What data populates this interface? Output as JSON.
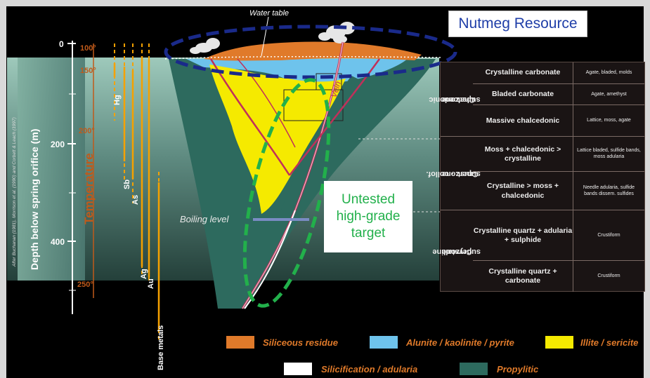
{
  "labels": {
    "water_table": "Water table",
    "vein": "Vein",
    "boiling_level": "Boiling level",
    "nutmeg_resource": "Nutmeg Resource",
    "untested": [
      "Untested",
      "high-grade",
      "target"
    ],
    "depth_axis": "Depth below spring orifice (m)",
    "temperature": "Temperature",
    "attribution": "After Buchanan (1981), Morrison et al. (1990) and Corbett & Leach (1997)"
  },
  "depth_ticks": [
    "0",
    "200",
    "400"
  ],
  "temperature_ticks": [
    "100°",
    "150°",
    "200°",
    "250°"
  ],
  "element_ranges": [
    "Hg",
    "Sb",
    "As",
    "Ag",
    "Au",
    "Base metals"
  ],
  "superzones": [
    {
      "name": "Chalcedonic superzone",
      "lines": [
        "Chalcedonic",
        "superzone"
      ]
    },
    {
      "name": "Crust. - collof. superzone",
      "lines": [
        "Crust. - collof.",
        "superzone"
      ]
    },
    {
      "name": "Crystalline superzone",
      "lines": [
        "Crystalline",
        "superzone"
      ]
    }
  ],
  "zone_rows": [
    {
      "texture": "Crystalline carbonate",
      "note": "Agate, bladed, molds"
    },
    {
      "texture": "Bladed carbonate",
      "note": "Agate, amethyst"
    },
    {
      "texture": "Massive chalcedonic",
      "note": "Lattice, moss, agate"
    },
    {
      "texture": "Moss + chalcedonic > crystalline",
      "note": "Lattice bladed, sulfide bands, moss adularia"
    },
    {
      "texture": "Crystalline > moss + chalcedonic",
      "note": "Needle adularia, sulfide bands dissem. sulfides"
    },
    {
      "texture": "Crystalline quartz + adularia + sulphide",
      "note": "Crustiform"
    },
    {
      "texture": "Crystalline quartz + carbonate",
      "note": "Crustiform"
    }
  ],
  "legend": [
    {
      "label": "Siliceous residue",
      "color": "#e07a2a"
    },
    {
      "label": "Alunite / kaolinite / pyrite",
      "color": "#6ec3ec"
    },
    {
      "label": "Illite / sericite",
      "color": "#f5ea00"
    },
    {
      "label": "Silicification / adularia",
      "color": "#ffffff"
    },
    {
      "label": "Propylitic",
      "color": "#2d6a5e"
    }
  ],
  "colors": {
    "background_band": "#4d7a72",
    "propylitic": "#2d6a5e",
    "illite": "#f5ea00",
    "alunite": "#6ec3ec",
    "siliceous": "#e07a2a",
    "vein": "#c0305a",
    "callout_blue": "#1a2a8a",
    "callout_green": "#22b04b",
    "temperature_text": "#c05a1a"
  }
}
